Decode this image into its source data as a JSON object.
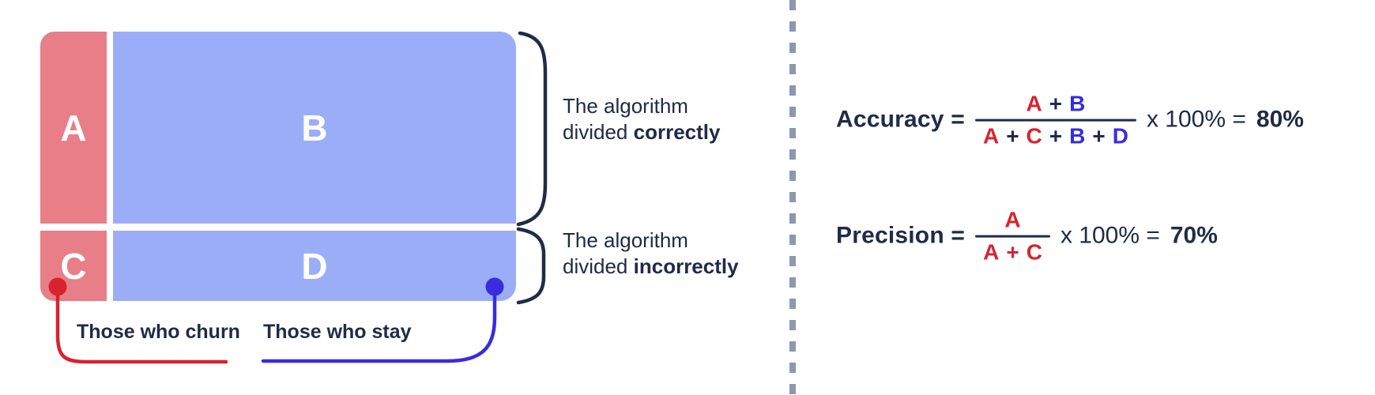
{
  "colors": {
    "cell_pink": "#E77E88",
    "cell_blue": "#9CADF7",
    "accent_red": "#D9222F",
    "accent_blue": "#392BE0",
    "text_navy": "#202B47",
    "divider_gray": "#8A99AE"
  },
  "matrix": {
    "cells": [
      {
        "id": "A",
        "label": "A"
      },
      {
        "id": "B",
        "label": "B"
      },
      {
        "id": "C",
        "label": "C"
      },
      {
        "id": "D",
        "label": "D"
      }
    ],
    "captions": {
      "correct": {
        "line1": "The algorithm",
        "line2_normal": "divided ",
        "line2_bold": "correctly"
      },
      "incorrect": {
        "line1": "The algorithm",
        "line2_normal": "divided ",
        "line2_bold": "incorrectly"
      }
    },
    "connector_labels": {
      "churn": "Those who churn",
      "stay": "Those who stay"
    }
  },
  "formulas": {
    "accuracy": {
      "label": "Accuracy =",
      "numerator": [
        {
          "t": "A",
          "c": "red"
        },
        {
          "t": "+",
          "c": "navy"
        },
        {
          "t": "B",
          "c": "blue"
        }
      ],
      "denominator": [
        {
          "t": "A",
          "c": "red"
        },
        {
          "t": "+",
          "c": "navy"
        },
        {
          "t": "C",
          "c": "red"
        },
        {
          "t": "+",
          "c": "navy"
        },
        {
          "t": "B",
          "c": "blue"
        },
        {
          "t": "+",
          "c": "navy"
        },
        {
          "t": "D",
          "c": "blue"
        }
      ],
      "suffix": "x 100% =",
      "result": "80%"
    },
    "precision": {
      "label": "Precision =",
      "numerator": [
        {
          "t": "A",
          "c": "red"
        }
      ],
      "denominator": [
        {
          "t": "A",
          "c": "red"
        },
        {
          "t": "+",
          "c": "red"
        },
        {
          "t": "C",
          "c": "red"
        }
      ],
      "suffix": "x 100% =",
      "result": "70%"
    }
  }
}
